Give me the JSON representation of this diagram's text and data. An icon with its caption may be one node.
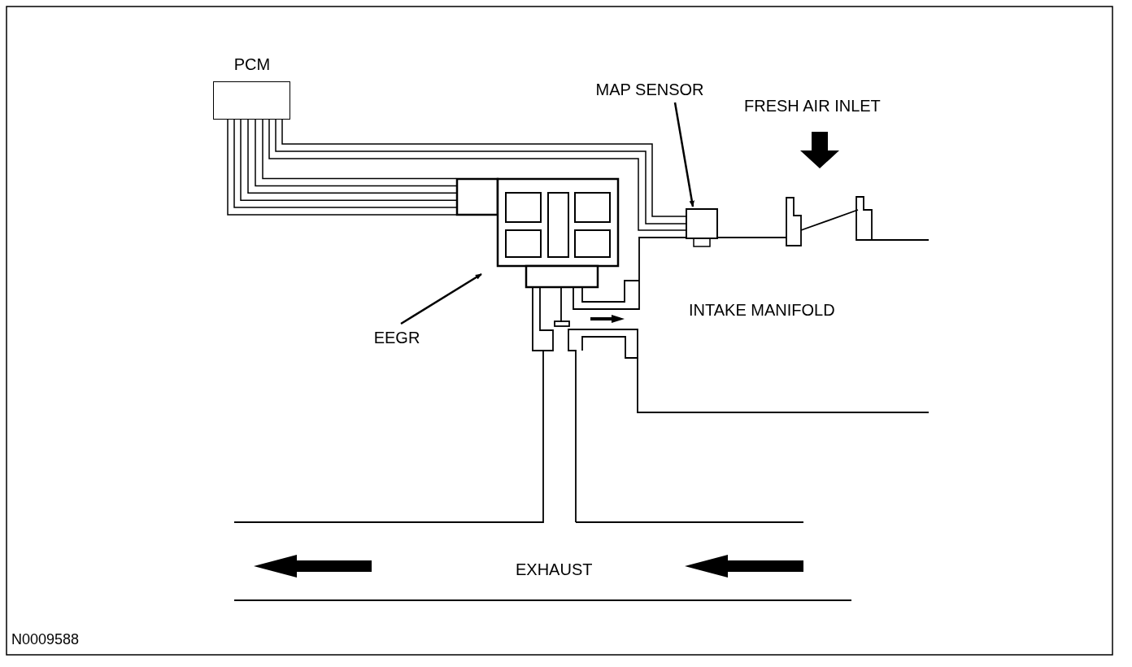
{
  "diagram": {
    "nodes": [
      {
        "text": [
          "PCM"
        ]
      },
      {
        "text": [
          "MAP SENSOR"
        ]
      },
      {
        "text": [],
        "shape": "box"
      },
      {
        "text": [
          "EEGR"
        ]
      },
      {
        "text": [],
        "shape": "picture"
      }
    ],
    "edges": [
      {
        "from": 1,
        "to": 2,
        "arrow": "to"
      },
      {
        "from": 3,
        "to": 4,
        "arrow": "to"
      },
      {
        "from": 0,
        "to": 4,
        "arrow": "none"
      },
      {
        "from": 0,
        "to": 2,
        "arrow": "none"
      }
    ],
    "labels": [
      "FRESH AIR INLET",
      "INTAKE MANIFOLD",
      "EXHAUST",
      "N0009588"
    ]
  }
}
